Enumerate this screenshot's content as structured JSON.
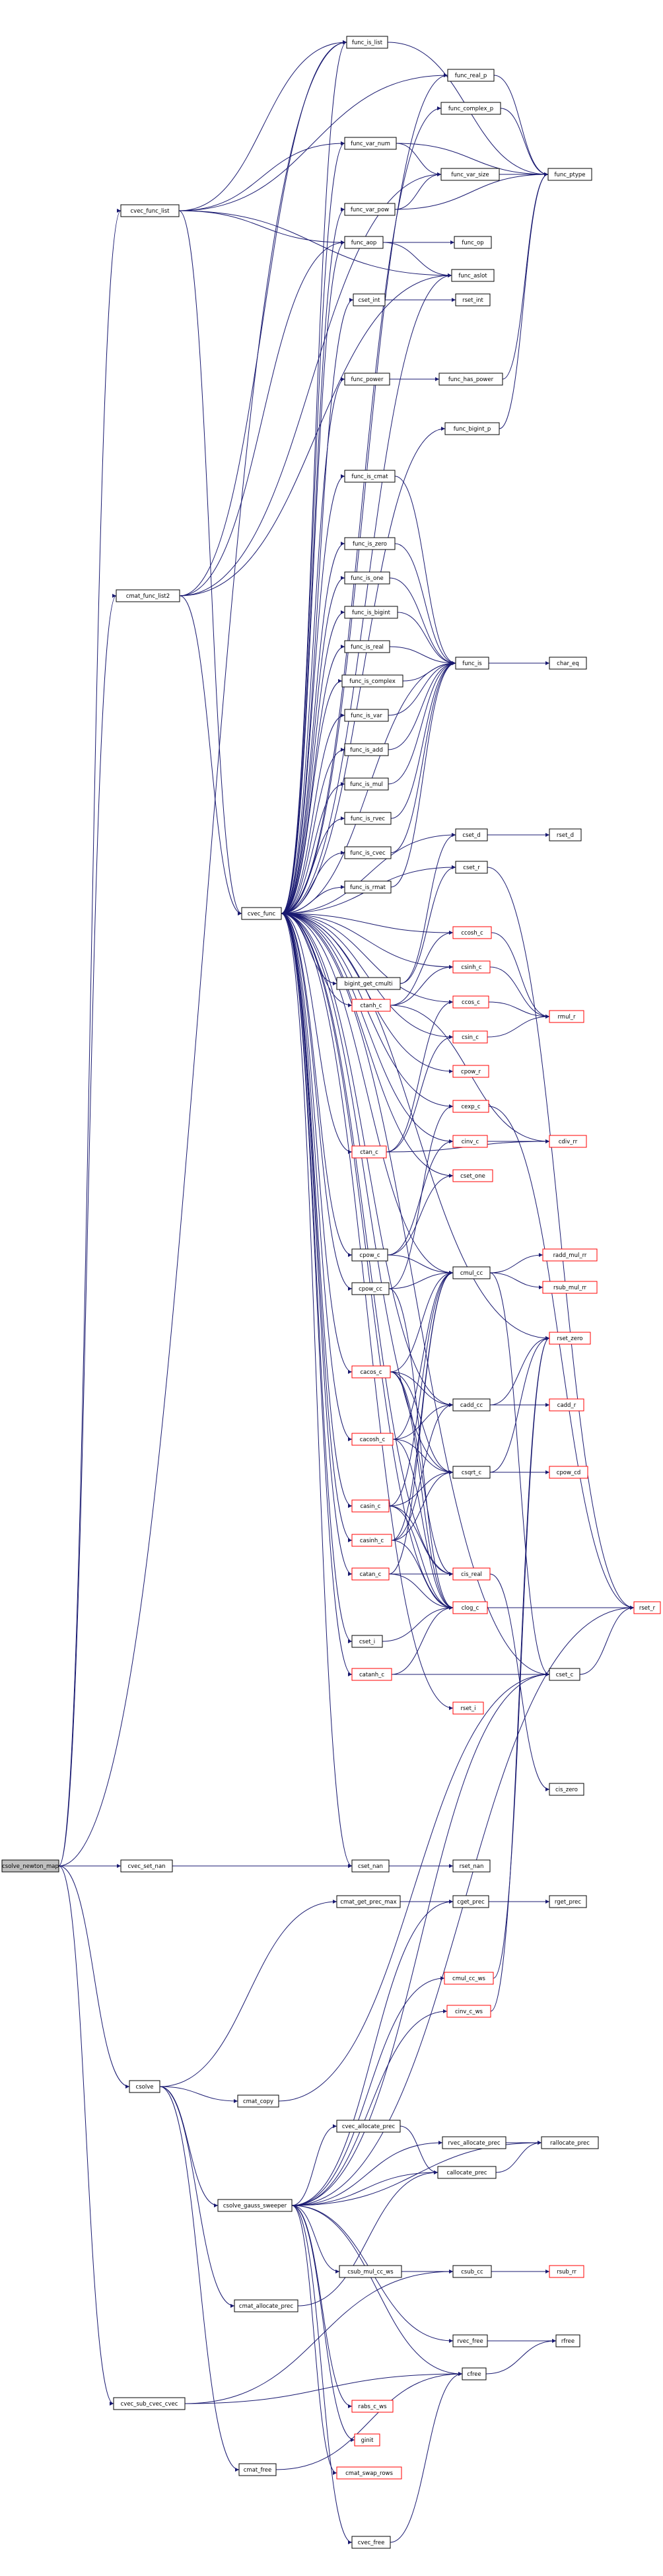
{
  "colors": {
    "edge": "#191970",
    "normal_border": "#000000",
    "external_border": "#ff0000",
    "root_fill": "#bfbfbf",
    "node_fill": "#ffffff"
  },
  "nodes": {
    "csolve_newton_map": "csolve_newton_map",
    "cvec_func_list": "cvec_func_list",
    "cmat_func_list2": "cmat_func_list2",
    "cvec_func": "cvec_func",
    "cvec_set_nan": "cvec_set_nan",
    "csolve": "csolve",
    "cvec_sub_cvec_cvec": "cvec_sub_cvec_cvec",
    "csolve_gauss_sweeper": "csolve_gauss_sweeper",
    "cmat_copy": "cmat_copy",
    "cmat_allocate_prec": "cmat_allocate_prec",
    "cmat_free": "cmat_free",
    "func_is_list": "func_is_list",
    "func_real_p": "func_real_p",
    "func_complex_p": "func_complex_p",
    "func_var_num": "func_var_num",
    "func_var_size": "func_var_size",
    "func_ptype": "func_ptype",
    "func_var_pow": "func_var_pow",
    "func_aop": "func_aop",
    "func_op": "func_op",
    "func_aslot": "func_aslot",
    "cset_int": "cset_int",
    "rset_int": "rset_int",
    "func_power": "func_power",
    "func_has_power": "func_has_power",
    "func_bigint_p": "func_bigint_p",
    "func_is_cmat": "func_is_cmat",
    "func_is_zero": "func_is_zero",
    "func_is_one": "func_is_one",
    "func_is_bigint": "func_is_bigint",
    "func_is_real": "func_is_real",
    "func_is_complex": "func_is_complex",
    "func_is_var": "func_is_var",
    "func_is_add": "func_is_add",
    "func_is_mul": "func_is_mul",
    "func_is_rvec": "func_is_rvec",
    "func_is_cvec": "func_is_cvec",
    "func_is_rmat": "func_is_rmat",
    "func_is": "func_is",
    "char_eq": "char_eq",
    "cset_d": "cset_d",
    "rset_d": "rset_d",
    "cset_r": "cset_r",
    "bigint_get_cmulti": "bigint_get_cmulti",
    "ccosh_c": "ccosh_c",
    "csinh_c": "csinh_c",
    "ccos_c": "ccos_c",
    "csin_c": "csin_c",
    "ctanh_c": "ctanh_c",
    "rmul_r": "rmul_r",
    "cpow_r": "cpow_r",
    "cexp_c": "cexp_c",
    "ctan_c": "ctan_c",
    "cinv_c": "cinv_c",
    "cdiv_rr": "cdiv_rr",
    "cset_one": "cset_one",
    "cpow_c": "cpow_c",
    "cmul_cc": "cmul_cc",
    "radd_mul_rr": "radd_mul_rr",
    "rsub_mul_rr": "rsub_mul_rr",
    "cpow_cc": "cpow_cc",
    "cacos_c": "cacos_c",
    "rset_zero": "rset_zero",
    "cadd_cc": "cadd_cc",
    "cadd_r": "cadd_r",
    "cacosh_c": "cacosh_c",
    "csqrt_c": "csqrt_c",
    "cpow_cd": "cpow_cd",
    "casin_c": "casin_c",
    "casinh_c": "casinh_c",
    "catan_c": "catan_c",
    "cis_real": "cis_real",
    "clog_c": "clog_c",
    "rset_r": "rset_r",
    "cset_i": "cset_i",
    "catanh_c": "catanh_c",
    "cset_c": "cset_c",
    "rset_i": "rset_i",
    "cis_zero": "cis_zero",
    "cset_nan": "cset_nan",
    "rset_nan": "rset_nan",
    "cmat_get_prec_max": "cmat_get_prec_max",
    "cget_prec": "cget_prec",
    "rget_prec": "rget_prec",
    "cmul_cc_ws": "cmul_cc_ws",
    "cinv_c_ws": "cinv_c_ws",
    "rvec_allocate_prec": "rvec_allocate_prec",
    "rallocate_prec": "rallocate_prec",
    "cvec_allocate_prec": "cvec_allocate_prec",
    "callocate_prec": "callocate_prec",
    "csub_mul_cc_ws": "csub_mul_cc_ws",
    "csub_cc": "csub_cc",
    "rsub_rr": "rsub_rr",
    "rvec_free": "rvec_free",
    "rfree": "rfree",
    "cfree": "cfree",
    "rabs_c_ws": "rabs_c_ws",
    "ginit": "ginit",
    "cmat_swap_rows": "cmat_swap_rows",
    "cvec_free": "cvec_free"
  }
}
